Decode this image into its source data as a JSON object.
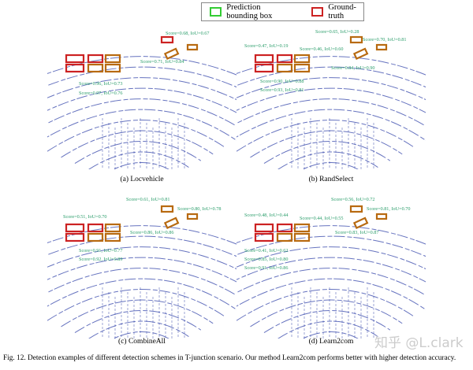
{
  "legend": {
    "prediction": "Prediction bounding box",
    "ground_truth": "Ground-truth",
    "prediction_color": "#33cc33",
    "ground_truth_color": "#cc2222"
  },
  "panels": [
    {
      "caption": "(a) Locvehicle",
      "labels": [
        "Score=0.68, IoU=0.67",
        "Score=0.71, IoU=0.84",
        "Score=0.96, IoU=0.73",
        "Score=0.97, IoU=0.76"
      ]
    },
    {
      "caption": "(b) RandSelect",
      "labels": [
        "Score=0.65, IoU=0.28",
        "Score=0.70, IoU=0.81",
        "Score=0.47, IoU=0.19",
        "Score=0.46, IoU=0.60",
        "Score=0.84, IoU=0.90",
        "Score=0.90, IoU=0.88",
        "Score=0.93, IoU=0.81"
      ]
    },
    {
      "caption": "(c) CombineAll",
      "labels": [
        "Score=0.61, IoU=0.81",
        "Score=0.80, IoU=0.78",
        "Score=0.51, IoU=0.70",
        "Score=0.86, IoU=0.86",
        "Score=0.91, IoU=0.77",
        "Score=0.92, IoU=0.89"
      ]
    },
    {
      "caption": "(d) Learn2com",
      "labels": [
        "Score=0.56, IoU=0.72",
        "Score=0.81, IoU=0.70",
        "Score=0.48, IoU=0.44",
        "Score=0.44, IoU=0.55",
        "Score=0.83, IoU=0.87",
        "Score=0.41, IoU=0.62",
        "Score=0.85, IoU=0.80",
        "Score=0.91, IoU=0.86"
      ]
    }
  ],
  "caption": "Fig. 12.  Detection examples of different detection schemes in T-junction scenario. Our method Learn2com performs better with higher detection accuracy.",
  "watermark": "知乎 @L.clark"
}
